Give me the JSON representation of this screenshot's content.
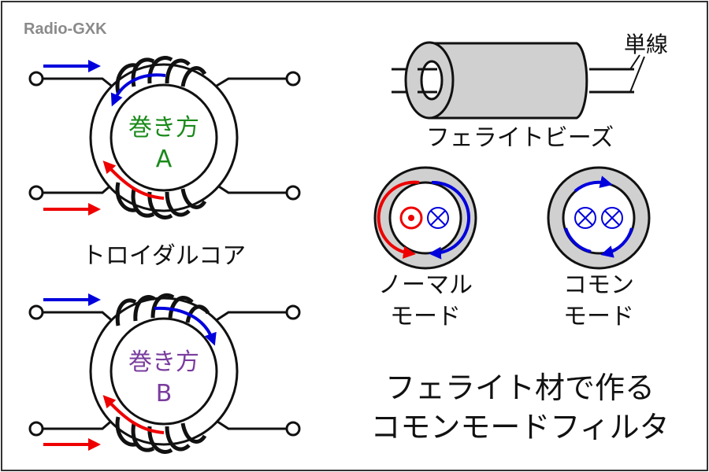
{
  "brand": "Radio-GXK",
  "colors": {
    "frame": "#333333",
    "core_fill": "#ffffff",
    "bead_fill": "#d0d0d0",
    "red": "#ee0000",
    "blue": "#0000dd",
    "green": "#1a8a1a",
    "purple": "#7a3c9e",
    "brand_gray": "#8a8a8a"
  },
  "toroid_top": {
    "label_line1": "巻き方",
    "label_line2": "A"
  },
  "toroid_caption": "トロイダルコア",
  "toroid_bottom": {
    "label_line1": "巻き方",
    "label_line2": "B"
  },
  "bead": {
    "wire_label": "単線",
    "caption": "フェライトビーズ"
  },
  "modes": {
    "normal": {
      "line1": "ノーマル",
      "line2": "モード"
    },
    "common": {
      "line1": "コモン",
      "line2": "モード"
    }
  },
  "title": {
    "line1": "フェライト材で作る",
    "line2": "コモンモードフィルタ"
  }
}
